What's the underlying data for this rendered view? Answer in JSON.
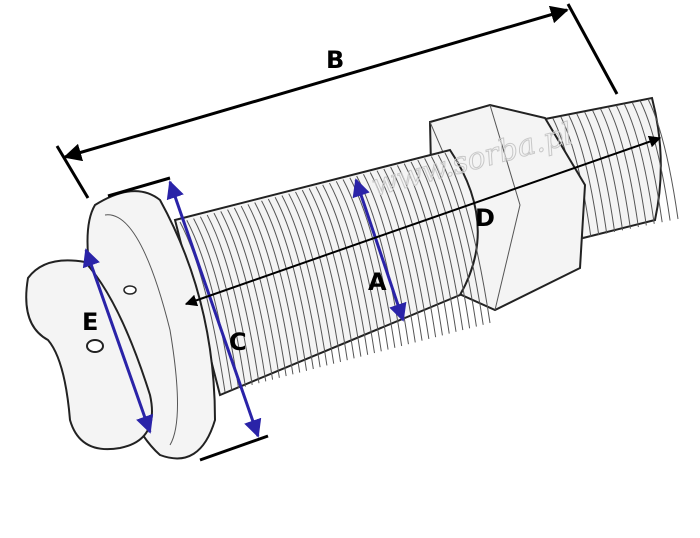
{
  "labels": {
    "a": "A",
    "b": "B",
    "c": "C",
    "d": "D",
    "e": "E"
  },
  "watermark": "www.sorba.pl",
  "colors": {
    "dimension_black": "#000000",
    "dimension_blue": "#2a23a8",
    "outline": "#222222"
  }
}
